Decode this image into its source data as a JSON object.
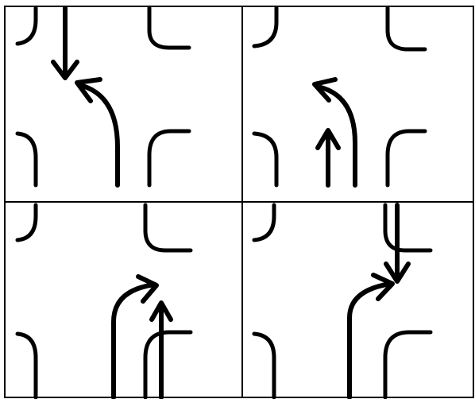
{
  "panels": [
    {
      "name": "panel-top-left",
      "movements": [
        "southbound-through",
        "northbound-left-turn"
      ],
      "arrow_icons": [
        "arrow-down-icon",
        "arrow-left-turn-icon"
      ]
    },
    {
      "name": "panel-top-right",
      "movements": [
        "northbound-through",
        "northbound-left-turn"
      ],
      "arrow_icons": [
        "arrow-up-icon",
        "arrow-left-turn-icon"
      ]
    },
    {
      "name": "panel-bottom-left",
      "movements": [
        "northbound-right-turn",
        "northbound-through"
      ],
      "arrow_icons": [
        "arrow-right-turn-icon",
        "arrow-up-icon"
      ]
    },
    {
      "name": "panel-bottom-right",
      "movements": [
        "southbound-through",
        "northbound-right-turn"
      ],
      "arrow_icons": [
        "arrow-down-icon",
        "arrow-right-turn-icon"
      ]
    }
  ],
  "colors": {
    "stroke": "#000000",
    "background": "#ffffff"
  }
}
